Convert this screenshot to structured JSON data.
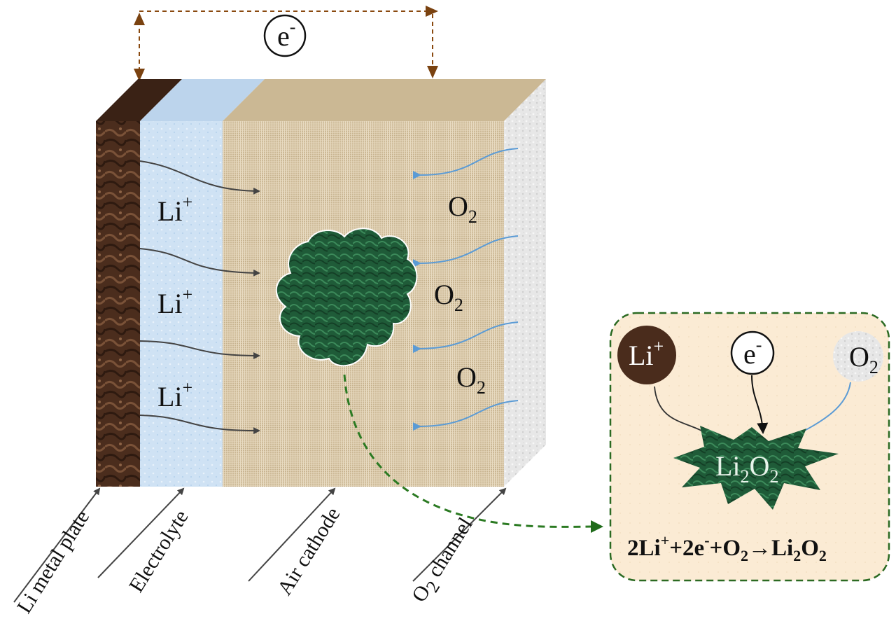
{
  "diagram": {
    "electron_top": "e",
    "electron_top_sup": "-",
    "li_ion": "Li",
    "li_ion_sup": "+",
    "o2_main": "O",
    "o2_sub": "2",
    "layer_labels": {
      "li_metal_plate": "Li metal plate",
      "electrolyte": "Electrolyte",
      "air_cathode": "Air cathode",
      "o2_channel_main": "O",
      "o2_channel_sub": "2",
      "o2_channel_rest": " channel"
    },
    "inset": {
      "li_badge": "Li",
      "li_badge_sup": "+",
      "e_badge": "e",
      "e_badge_sup": "-",
      "o2_badge": "O",
      "o2_badge_sub": "2",
      "product_main": "Li",
      "product_sub": "2",
      "product_o": "O",
      "product_o_sub": "2",
      "equation": {
        "p1": "2Li",
        "p1_sup": "+",
        "p2": "+2e",
        "p2_sup": "-",
        "p3": "+O",
        "p3_sub": "2",
        "p4": "→Li",
        "p4_sub": "2",
        "p5": "O",
        "p5_sub": "2"
      }
    },
    "colors": {
      "li_metal": "#4a2c1c",
      "electrolyte": "#cfe1f3",
      "cathode": "#d9c9ac",
      "o2_channel": "#e6e6e6",
      "precipitate": "#1f5c3a",
      "inset_bg": "#fbecd6",
      "inset_border": "#2b6a22",
      "electron_path": "#8a4a10",
      "li_arrow": "#444444",
      "o2_arrow": "#5b9bd5"
    }
  }
}
